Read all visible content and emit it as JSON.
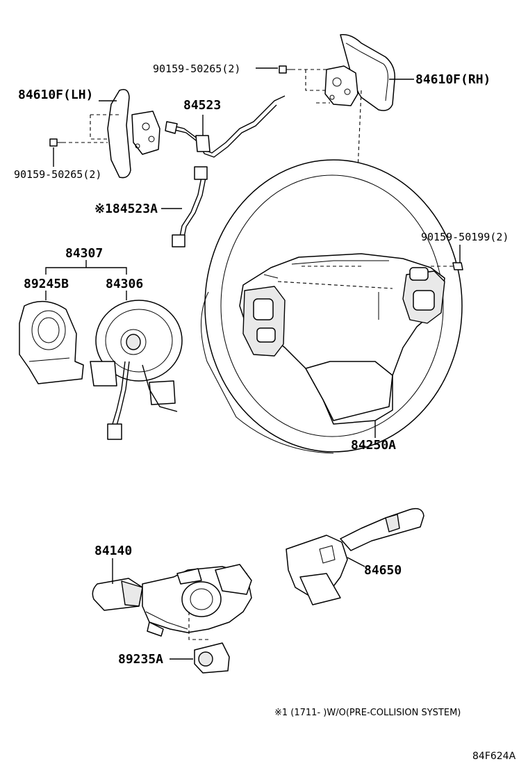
{
  "labels": {
    "paddle_rh": "84610F(RH)",
    "paddle_lh": "84610F(LH)",
    "screw_rh": "90159-50265(2)",
    "screw_lh": "90159-50265(2)",
    "wire_harness": "84523",
    "wire_harness_alt": "※184523A",
    "clock_spring_assy": "84307",
    "clock_spring_cover": "89245B",
    "clock_spring": "84306",
    "switch_screw": "90159-50199(2)",
    "steering_wheel": "84250A",
    "turn_signal_switch": "84140",
    "wiper_switch": "84650",
    "steering_sensor": "89235A"
  },
  "note": "※1 (1711-        )W/O(PRE-COLLISION SYSTEM)",
  "diagram_code": "84F624A"
}
